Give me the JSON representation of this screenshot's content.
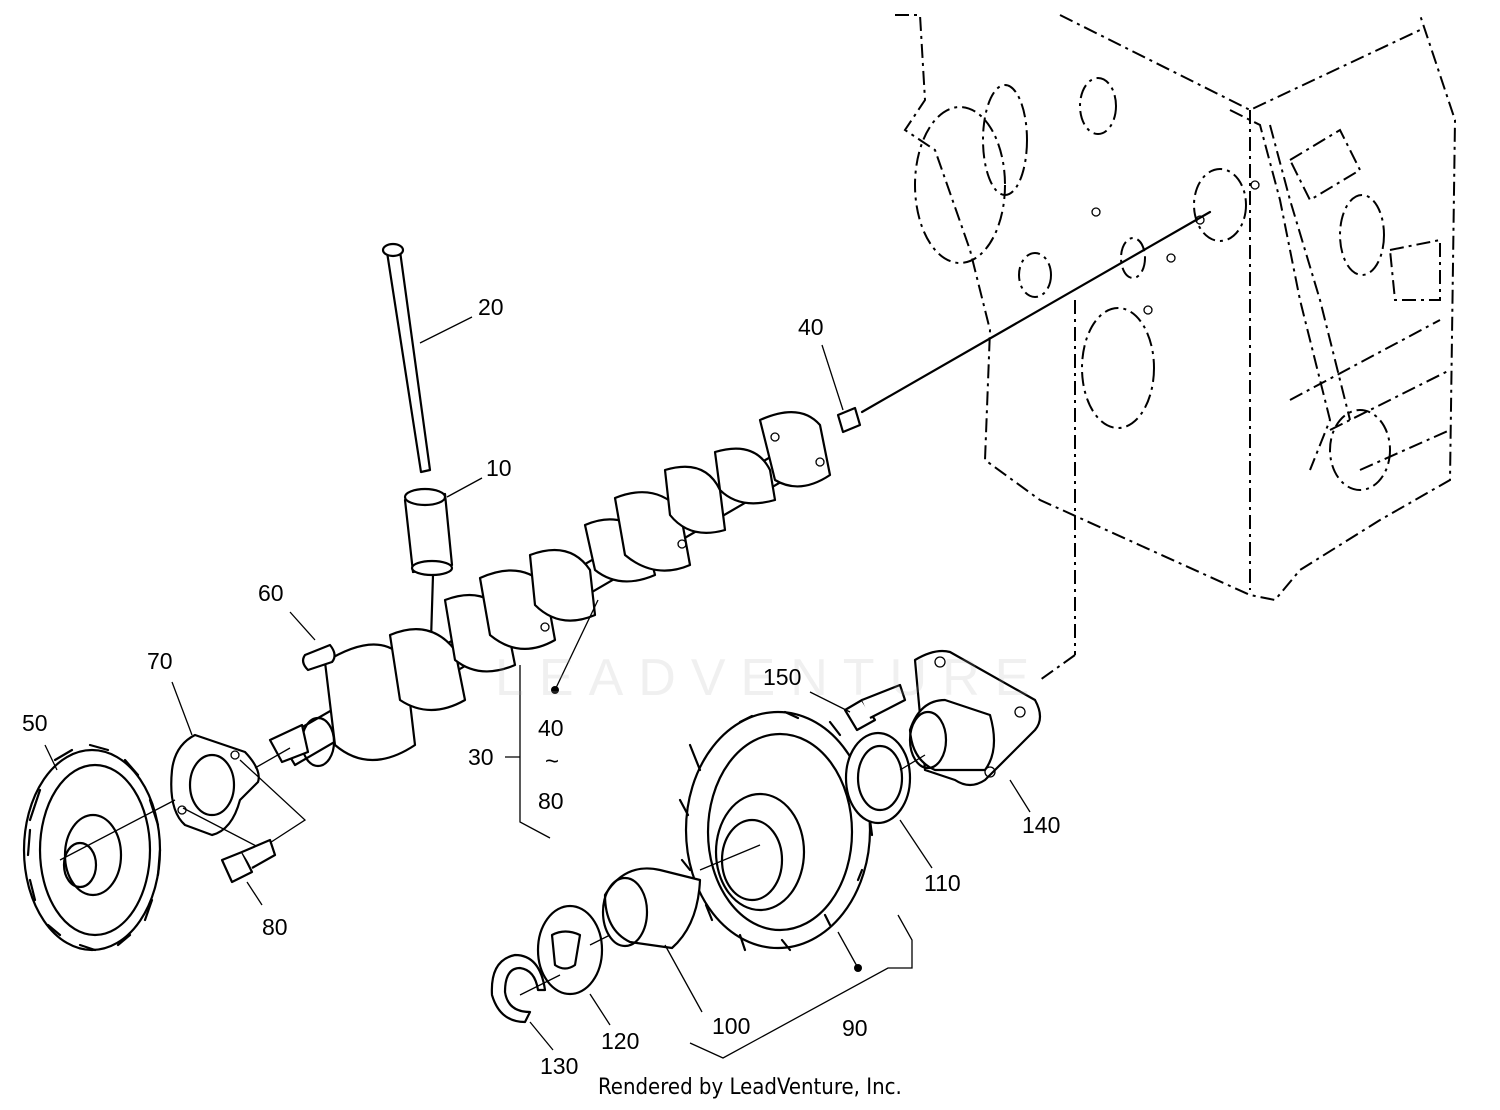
{
  "callouts": {
    "c10": "10",
    "c20": "20",
    "c30": "30",
    "c40_top": "40",
    "c40_range": "40",
    "c50": "50",
    "c60": "60",
    "c70": "70",
    "c80_range": "80",
    "c80": "80",
    "c90": "90",
    "c100": "100",
    "c110": "110",
    "c120": "120",
    "c130": "130",
    "c140": "140",
    "c150": "150",
    "range_sep": "~"
  },
  "watermark": "LEADVENTURE",
  "footer": "Rendered by LeadVenture, Inc.",
  "colors": {
    "ink": "#000000",
    "background": "#ffffff",
    "watermark": "#aaaaaa"
  }
}
